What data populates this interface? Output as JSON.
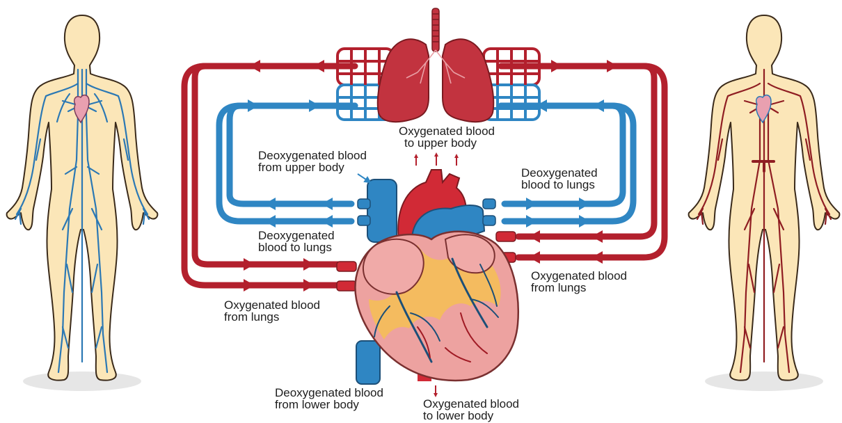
{
  "colors": {
    "oxygenated": "#b3202d",
    "deoxygenated": "#2f86c3",
    "skin": "#fbe6b8",
    "skin_outline": "#3a2a1a",
    "heart": "#eda2a0",
    "lung": "#c2333f",
    "fat": "#f5c34a"
  },
  "icons": {
    "left_figure": "human-venous-system-figure",
    "right_figure": "human-arterial-system-figure",
    "heart": "heart-illustration",
    "lungs": "lungs-illustration"
  },
  "labels": {
    "oxy_upper": {
      "line1": "Oxygenated blood",
      "line2": "to upper body"
    },
    "deoxy_from_upper": {
      "line1": "Deoxygenated blood",
      "line2": "from upper body"
    },
    "deoxy_to_lungs_right": {
      "line1": "Deoxygenated",
      "line2": "blood to lungs"
    },
    "deoxy_to_lungs_left": {
      "line1": "Deoxygenated",
      "line2": "blood to lungs"
    },
    "oxy_from_lungs_right": {
      "line1": "Oxygenated blood",
      "line2": "from lungs"
    },
    "oxy_from_lungs_left": {
      "line1": "Oxygenated blood",
      "line2": "from lungs"
    },
    "deoxy_from_lower": {
      "line1": "Deoxygenated blood",
      "line2": "from lower body"
    },
    "oxy_lower": {
      "line1": "Oxygenated blood",
      "line2": "to lower body"
    }
  }
}
